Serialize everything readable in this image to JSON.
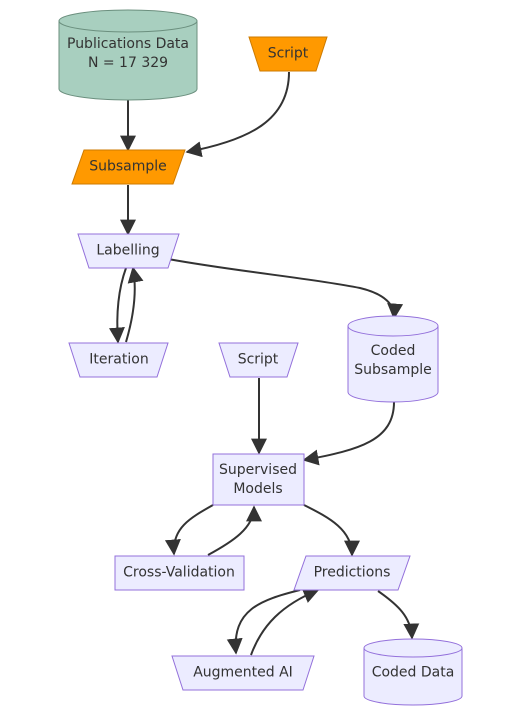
{
  "colors": {
    "lavender_fill": "#ececff",
    "lavender_stroke": "#9370db",
    "green_fill": "#a8cfbf",
    "green_stroke": "#6b8f7e",
    "orange_fill": "#ff9900",
    "orange_stroke": "#cc7a00",
    "edge": "#333333",
    "text": "#333333"
  },
  "nodes": {
    "publications": {
      "line1": "Publications Data",
      "line2": "N = 17 329"
    },
    "script_top": {
      "label": "Script"
    },
    "subsample": {
      "label": "Subsample"
    },
    "labelling": {
      "label": "Labelling"
    },
    "iteration": {
      "label": "Iteration"
    },
    "script_mid": {
      "label": "Script"
    },
    "coded_subsample": {
      "line1": "Coded",
      "line2": "Subsample"
    },
    "supervised": {
      "line1": "Supervised",
      "line2": "Models"
    },
    "cross_validation": {
      "label": "Cross-Validation"
    },
    "predictions": {
      "label": "Predictions"
    },
    "augmented_ai": {
      "label": "Augmented AI"
    },
    "coded_data": {
      "label": "Coded Data"
    }
  }
}
